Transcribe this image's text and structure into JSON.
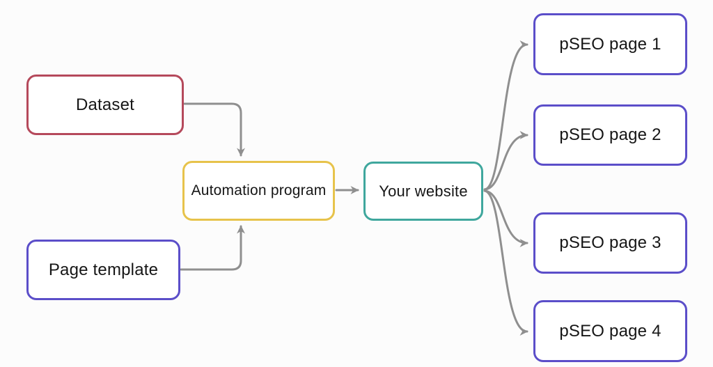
{
  "diagram": {
    "background_color": "#fcfcfc",
    "connector_color": "#8f8f8f",
    "nodes": {
      "dataset": {
        "label": "Dataset",
        "border_color": "#b5495b"
      },
      "page_template": {
        "label": "Page template",
        "border_color": "#5b4ec9"
      },
      "automation_program": {
        "label": "Automation program",
        "border_color": "#e7c34b"
      },
      "your_website": {
        "label": "Your website",
        "border_color": "#3fa79d"
      },
      "pseo_page_1": {
        "label": "pSEO page 1",
        "border_color": "#5b4ec9"
      },
      "pseo_page_2": {
        "label": "pSEO page 2",
        "border_color": "#5b4ec9"
      },
      "pseo_page_3": {
        "label": "pSEO page 3",
        "border_color": "#5b4ec9"
      },
      "pseo_page_4": {
        "label": "pSEO page 4",
        "border_color": "#5b4ec9"
      }
    },
    "edges": [
      {
        "from": "dataset",
        "to": "automation_program"
      },
      {
        "from": "page_template",
        "to": "automation_program"
      },
      {
        "from": "automation_program",
        "to": "your_website"
      },
      {
        "from": "your_website",
        "to": "pseo_page_1"
      },
      {
        "from": "your_website",
        "to": "pseo_page_2"
      },
      {
        "from": "your_website",
        "to": "pseo_page_3"
      },
      {
        "from": "your_website",
        "to": "pseo_page_4"
      }
    ]
  }
}
